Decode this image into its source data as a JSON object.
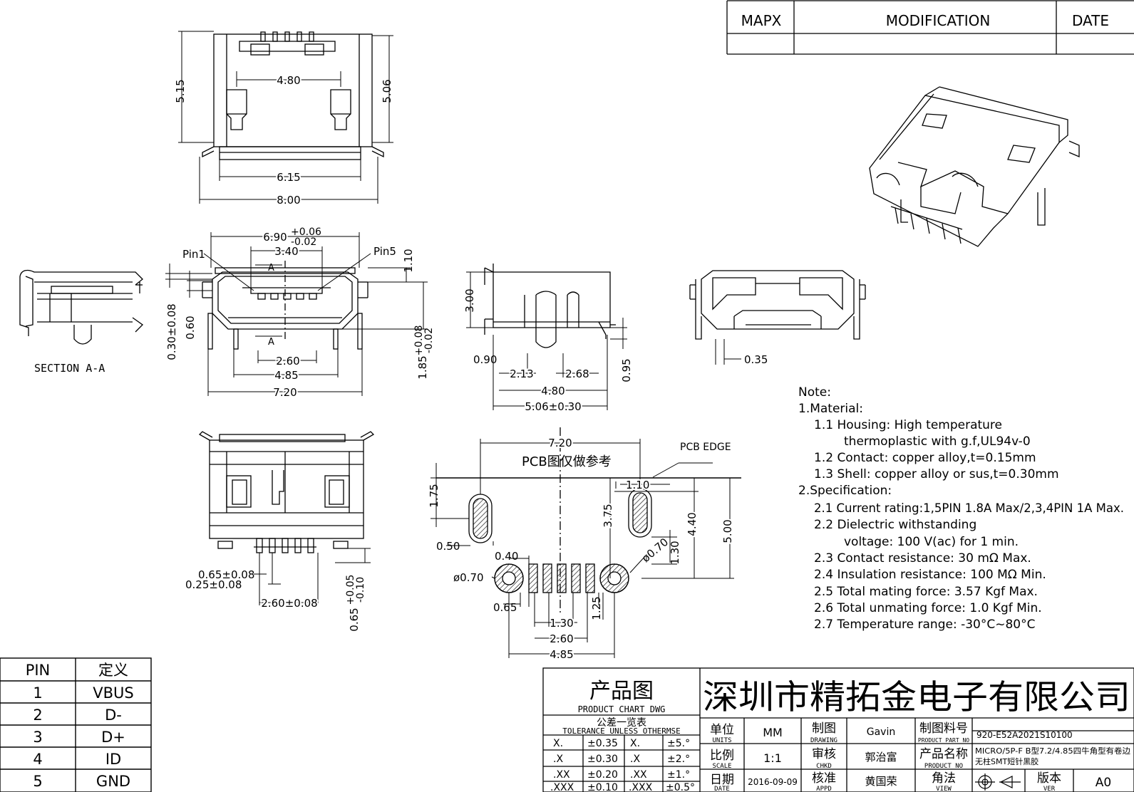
{
  "revision_table": {
    "headers": [
      "MAPX",
      "MODIFICATION",
      "DATE"
    ]
  },
  "dims": {
    "top_view": {
      "w480": "4.80",
      "h515": "5.15",
      "h506": "5.06",
      "w615": "6.15",
      "w800": "8.00"
    },
    "front_view": {
      "w690": "6.90",
      "tol_plus": "+0.06",
      "tol_minus": "-0.02",
      "w340": "3.40",
      "pin1": "Pin1",
      "pin5": "Pin5",
      "h110": "1.10",
      "section_a_top": "A",
      "section_a_bot": "A",
      "v030": "0.30±0.08",
      "v060": "0.60",
      "w260": "2.60",
      "w485": "4.85",
      "w720": "7.20",
      "v185": "1.85",
      "v185_plus": "+0.08",
      "v185_minus": "-0.02"
    },
    "section_label": "SECTION A-A",
    "side_view": {
      "h300": "3.00",
      "v090": "0.90",
      "w213": "2.13",
      "w268": "2.68",
      "w480": "4.80",
      "w506": "5.06±0.30",
      "v095": "0.95"
    },
    "rear_view": {
      "v035": "0.35"
    },
    "bottom_view": {
      "v065": "0.65±0.08",
      "v025": "0.25±0.08",
      "w260": "2.60±0.08",
      "v065b": "0.65",
      "v065b_plus": "+0.05",
      "v065b_minus": "-0.10"
    },
    "pcb": {
      "title": "PCB图仅做参考",
      "edge": "PCB EDGE",
      "w720": "7.20",
      "v175": "1.75",
      "w110": "1.10",
      "v375": "3.75",
      "v440": "4.40",
      "v500": "5.00",
      "v050": "0.50",
      "v040": "0.40",
      "d070a": "ø0.70",
      "d070b": "ø0.70",
      "v130v": "1.30",
      "v065": "0.65",
      "v125": "1.25",
      "w130": "1.30",
      "w260": "2.60",
      "w485": "4.85"
    }
  },
  "notes": {
    "heading": "Note:",
    "lines": [
      "1.Material:",
      "1.1  Housing: High temperature",
      "thermoplastic with g.f,UL94v-0",
      "1.2  Contact: copper alloy,t=0.15mm",
      "1.3  Shell: copper alloy or sus,t=0.30mm",
      "2.Specification:",
      "2.1  Current rating:1,5PIN 1.8A Max/2,3,4PIN 1A Max.",
      "2.2  Dielectric withstanding",
      "voltage: 100 V(ac) for 1 min.",
      "2.3  Contact resistance: 30 mΩ Max.",
      "2.4  Insulation resistance: 100 MΩ Min.",
      "2.5  Total mating force: 3.57 Kgf Max.",
      "2.6  Total unmating force: 1.0 Kgf Min.",
      "2.7  Temperature range: -30°C~80°C"
    ]
  },
  "pin_table": {
    "headers": [
      "PIN",
      "定义"
    ],
    "rows": [
      [
        "1",
        "VBUS"
      ],
      [
        "2",
        "D-"
      ],
      [
        "3",
        "D+"
      ],
      [
        "4",
        "ID"
      ],
      [
        "5",
        "GND"
      ]
    ]
  },
  "title_block": {
    "product_chart_cn": "产品图",
    "product_chart_en": "PRODUCT CHART DWG",
    "tolerance_cn": "公差一览表",
    "tolerance_en": "TOLERANCE UNLESS OTHERMSE",
    "tolerance_rows": [
      [
        "X.",
        "±0.35",
        "X.",
        "±5.°"
      ],
      [
        ".X",
        "±0.30",
        ".X",
        "±2.°"
      ],
      [
        ".XX",
        "±0.20",
        ".XX",
        "±1.°"
      ],
      [
        ".XXX",
        "±0.10",
        ".XXX",
        "±0.5°"
      ]
    ],
    "company": "深圳市精拓金电子有限公司",
    "units_cn": "单位",
    "units_en": "UNITS",
    "units_val": "MM",
    "scale_cn": "比例",
    "scale_en": "SCALE",
    "scale_val": "1:1",
    "date_cn": "日期",
    "date_en": "DATE",
    "date_val": "2016-09-09",
    "drawing_cn": "制图",
    "drawing_en": "DRAWING",
    "drawing_val": "Gavin",
    "chkd_cn": "审核",
    "chkd_en": "CHKD",
    "chkd_val": "郭治富",
    "appd_cn": "核准",
    "appd_en": "APPD",
    "appd_val": "黄国荣",
    "part_no_cn": "制图料号",
    "part_no_en": "PRODUCT PART NO",
    "part_no_val": "920-E52A2021S10100",
    "product_name_cn": "产品名称",
    "product_name_en": "PRODUCT NO",
    "product_name_val1": "MICRO/5P-F B型7.2/4.85四牛角型有卷边",
    "product_name_val2": "无柱SMT短针黑胶",
    "view_cn": "角法",
    "view_en": "VIEW",
    "ver_cn": "版本",
    "ver_en": "VER",
    "ver_val": "A0"
  },
  "icons": [
    "third-angle-projection-icon"
  ]
}
